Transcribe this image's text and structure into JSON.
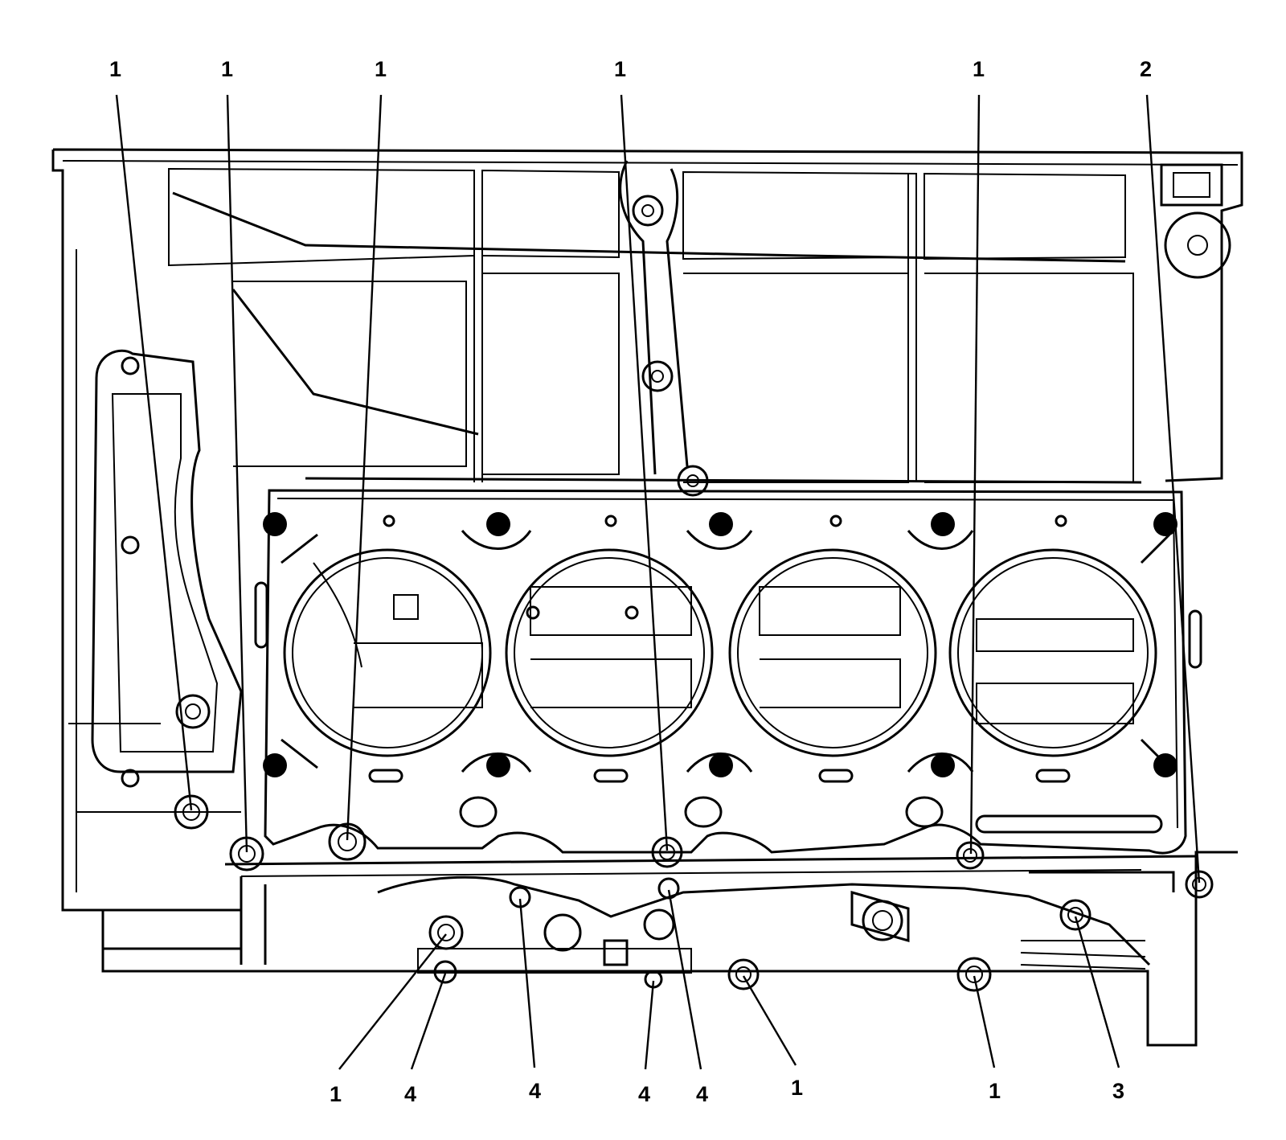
{
  "callouts": [
    {
      "id": "c1",
      "label": "1"
    },
    {
      "id": "c2",
      "label": "1"
    },
    {
      "id": "c3",
      "label": "1"
    },
    {
      "id": "c4",
      "label": "1"
    },
    {
      "id": "c5",
      "label": "1"
    },
    {
      "id": "c6",
      "label": "2"
    },
    {
      "id": "c7",
      "label": "1"
    },
    {
      "id": "c8",
      "label": "4"
    },
    {
      "id": "c9",
      "label": "4"
    },
    {
      "id": "c10",
      "label": "4"
    },
    {
      "id": "c11",
      "label": "4"
    },
    {
      "id": "c12",
      "label": "1"
    },
    {
      "id": "c13",
      "label": "1"
    },
    {
      "id": "c14",
      "label": "3"
    }
  ]
}
